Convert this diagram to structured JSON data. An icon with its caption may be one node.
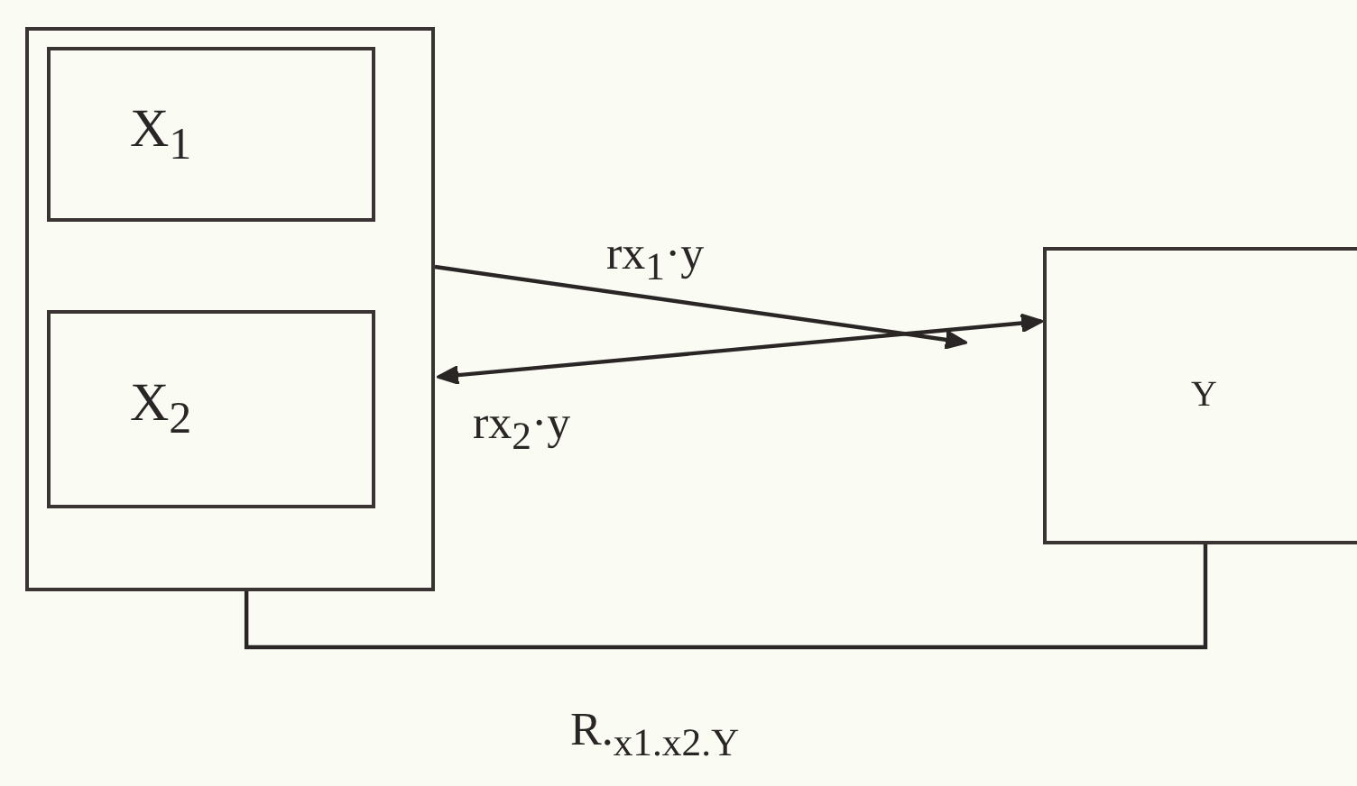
{
  "diagram": {
    "nodes": [
      {
        "text": [],
        "shape": "box"
      },
      {
        "text": [
          "X$_{1}$"
        ],
        "in": 0
      },
      {
        "text": [
          "X$_{2}$"
        ],
        "in": 0
      },
      {
        "text": [
          "Y"
        ]
      }
    ],
    "edges": [
      {
        "from": 0,
        "to": null,
        "arrow": "to",
        "label": "rx$_{1}$·y"
      },
      {
        "from": 3,
        "to": 0,
        "arrow": "both",
        "label": "rx$_{2}$·y"
      },
      {
        "from": 0,
        "to": 3,
        "arrow": "none",
        "label": "R.$_{x1.x2.Y}$"
      }
    ]
  }
}
